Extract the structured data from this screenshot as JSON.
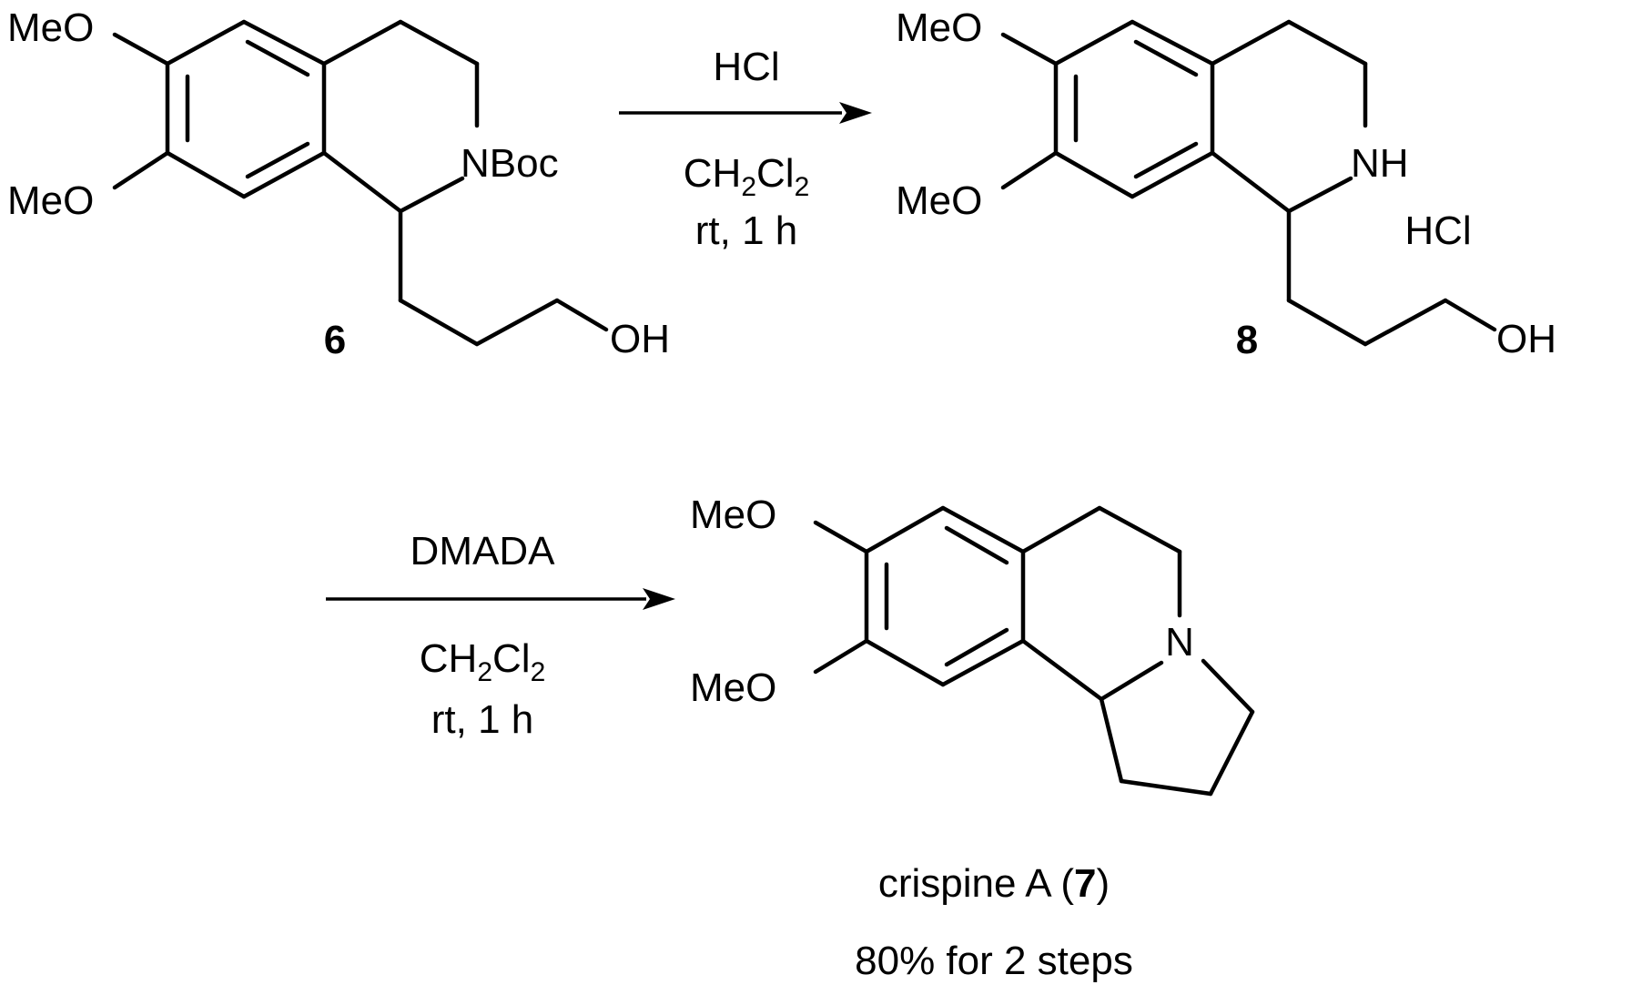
{
  "compound_6": {
    "ome_top": "MeO",
    "ome_bottom": "MeO",
    "nboc": "NBoc",
    "oh": "OH",
    "number": "6"
  },
  "step1": {
    "reagent": "HCl",
    "solvent": {
      "ch": "CH",
      "sub1": "2",
      "cl": "Cl",
      "sub2": "2"
    },
    "conditions": "rt, 1 h"
  },
  "compound_8": {
    "ome_top": "MeO",
    "ome_bottom": "MeO",
    "nh": "NH",
    "salt": "HCl",
    "oh": "OH",
    "number": "8"
  },
  "step2": {
    "reagent": "DMADA",
    "solvent": {
      "ch": "CH",
      "sub1": "2",
      "cl": "Cl",
      "sub2": "2"
    },
    "conditions": "rt, 1 h"
  },
  "product": {
    "ome_top": "MeO",
    "ome_bottom": "MeO",
    "n": "N",
    "name": "crispine A (",
    "number": "7",
    "name_close": ")",
    "yield": "80% for 2 steps"
  }
}
